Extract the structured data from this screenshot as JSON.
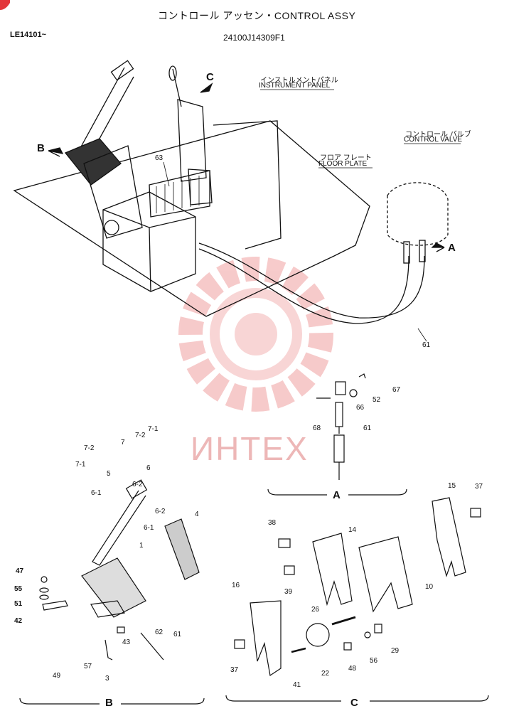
{
  "header": {
    "title": "コントロール アッセン・CONTROL ASSY",
    "serial": "LE14101~",
    "part_number": "24100J14309F1"
  },
  "callouts": {
    "instrument_panel_jp": "インストルメントパネル",
    "instrument_panel": "INSTRUMENT PANEL",
    "floor_plate_jp": "フロア フレート",
    "floor_plate": "FLOOR PLATE",
    "control_valve_jp": "コントロール バルブ",
    "control_valve": "CONTROL VALVE"
  },
  "view_letters": {
    "a": "A",
    "b": "B",
    "c": "C"
  },
  "section_labels": {
    "a": "A",
    "b": "B",
    "c": "C"
  },
  "watermark": "ИНТЕХ",
  "parts": {
    "p63": "63",
    "p61_main": "61",
    "p67": "67",
    "p52": "52",
    "p66": "66",
    "p68": "68",
    "p61_a": "61",
    "p7_1": "7-1",
    "p7_2a": "7-2",
    "p7": "7",
    "p7_2b": "7-2",
    "p7_1b": "7-1",
    "p5": "5",
    "p6": "6",
    "p6_2a": "6-2",
    "p6_1a": "6-1",
    "p6_2b": "6-2",
    "p6_1b": "6-1",
    "p4": "4",
    "p1": "1",
    "p47": "47",
    "p55": "55",
    "p51": "51",
    "p42": "42",
    "p62": "62",
    "p61_b": "61",
    "p43": "43",
    "p57": "57",
    "p49": "49",
    "p3": "3",
    "p15": "15",
    "p37a": "37",
    "p38": "38",
    "p14": "14",
    "p39": "39",
    "p10": "10",
    "p16": "16",
    "p26": "26",
    "p29": "29",
    "p56": "56",
    "p48": "48",
    "p37b": "37",
    "p41": "41",
    "p22": "22"
  }
}
